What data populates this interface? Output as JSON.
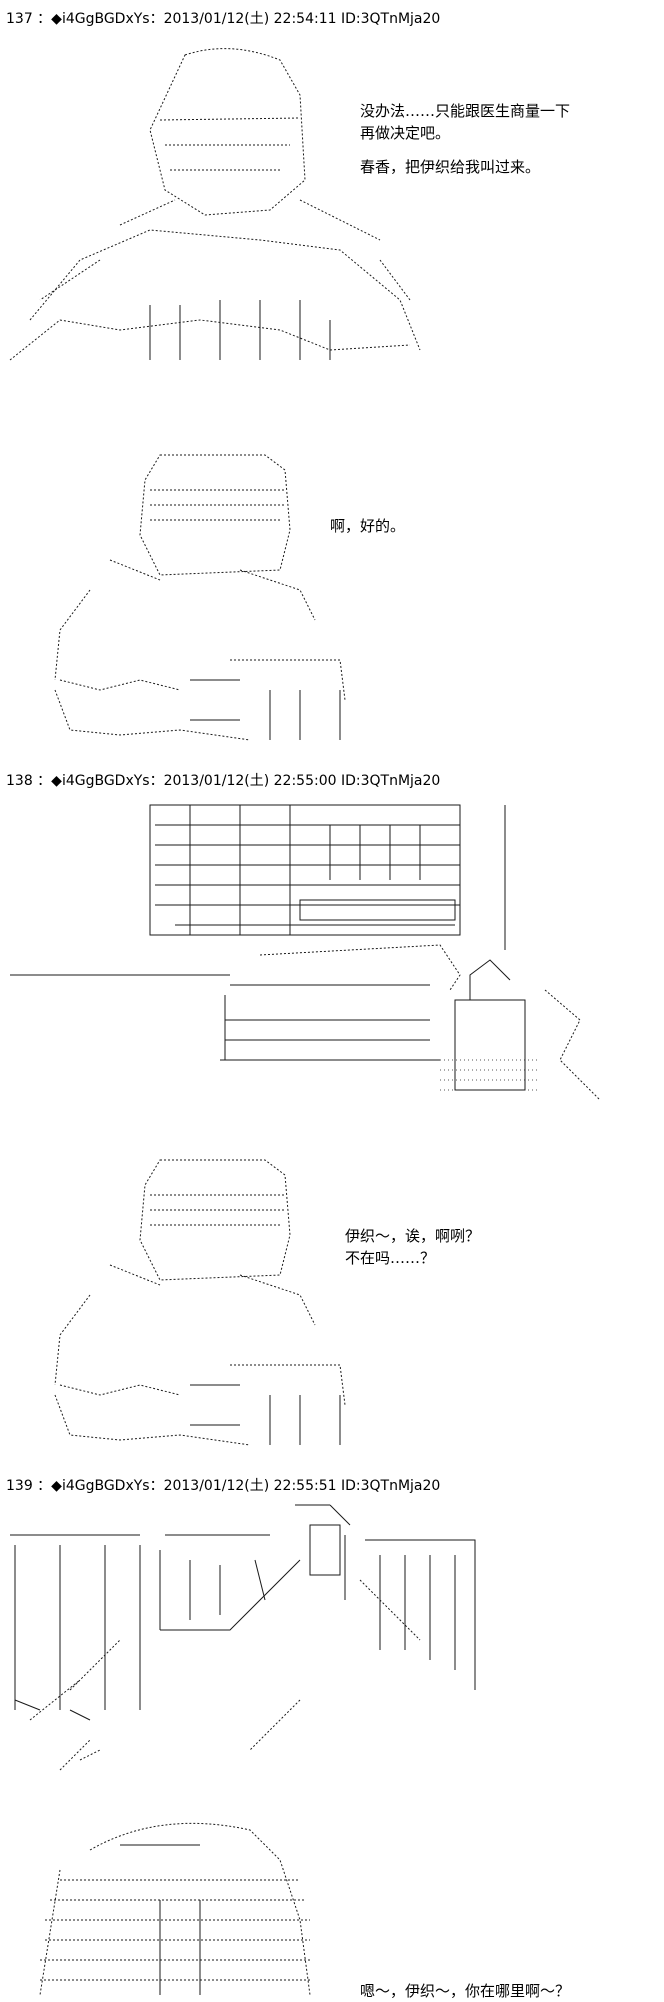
{
  "posts": [
    {
      "header": "137 ：◆i4GgBGDxYs：2013/01/12(土) 22:54:11 ID:3QTnMja20",
      "panels": [
        {
          "lines": [
            "没办法……只能跟医生商量一下",
            "再做决定吧。",
            "",
            "春香，把伊织给我叫过来。"
          ]
        },
        {
          "lines": [
            "啊，好的。"
          ]
        }
      ]
    },
    {
      "header": "138 ：◆i4GgBGDxYs：2013/01/12(土) 22:55:00 ID:3QTnMja20",
      "panels": [
        {
          "lines": [
            "伊织～，诶，啊咧？",
            "不在吗……？"
          ]
        }
      ]
    },
    {
      "header": "139 ：◆i4GgBGDxYs：2013/01/12(土) 22:55:51 ID:3QTnMja20",
      "panels": [
        {
          "lines": [
            "嗯～，伊织～，你在哪里啊～？"
          ]
        }
      ]
    }
  ]
}
